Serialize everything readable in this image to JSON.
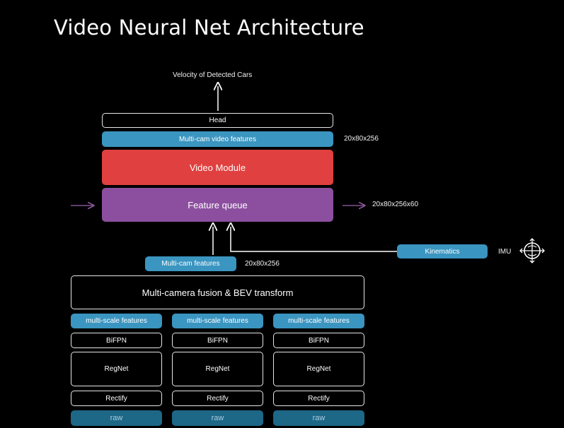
{
  "title": "Video Neural Net Architecture",
  "output_label": "Velocity of Detected Cars",
  "head": "Head",
  "multicam_video_features": "Multi-cam video features",
  "dim_video_features": "20x80x256",
  "video_module": "Video Module",
  "feature_queue": "Feature queue",
  "dim_queue": "20x80x256x60",
  "kinematics": "Kinematics",
  "imu": "IMU",
  "multicam_features": "Multi-cam features",
  "dim_multicam": "20x80x256",
  "fusion": "Multi-camera fusion & BEV transform",
  "columns": [
    {
      "features": "multi-scale features",
      "bifpn": "BiFPN",
      "regnet": "RegNet",
      "rectify": "Rectify",
      "raw": "raw"
    },
    {
      "features": "multi-scale features",
      "bifpn": "BiFPN",
      "regnet": "RegNet",
      "rectify": "Rectify",
      "raw": "raw"
    },
    {
      "features": "multi-scale features",
      "bifpn": "BiFPN",
      "regnet": "RegNet",
      "rectify": "Rectify",
      "raw": "raw"
    }
  ],
  "colors": {
    "blue": "#3a95c0",
    "teal": "#1d6787",
    "red": "#e0403f",
    "purple": "#8c4f9f",
    "arrow_purple": "#9b5fae"
  },
  "icons": {
    "imu": "imu-crosshair-icon"
  }
}
